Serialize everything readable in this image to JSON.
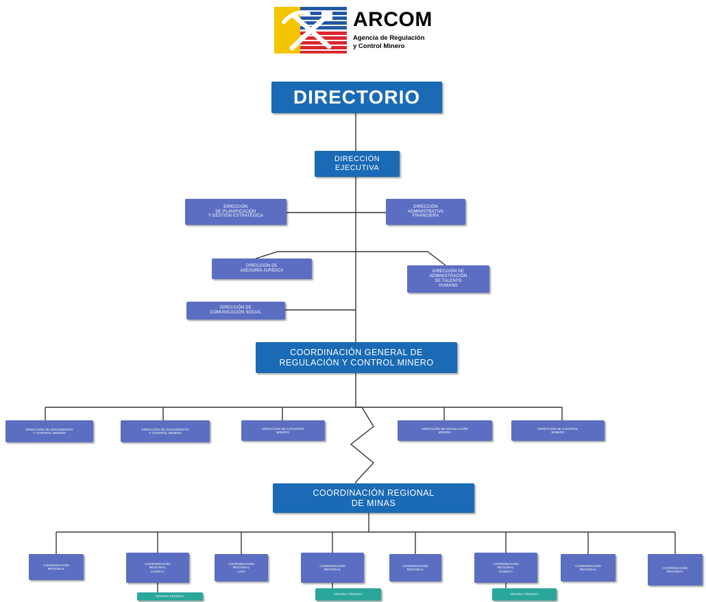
{
  "logo": {
    "name": "ARCOM",
    "subtitle_line1": "Agencia de Regulación",
    "subtitle_line2": "y Control Minero",
    "colors": {
      "yellow": "#f5c400",
      "blue": "#2456a6",
      "red": "#d9282f"
    }
  },
  "colors": {
    "primary": "#1a6ab5",
    "secondary": "#5b6ec2",
    "accent": "#2aa69a",
    "line": "#333333"
  },
  "org": {
    "directorio": "DIRECTORIO",
    "direccion_ejecutiva": "DIRECCIÓN\nEJECUTIVA",
    "staff": {
      "planificacion": "DIRECCIÓN\nDE PLANIFICACIÓN\nY GESTIÓN ESTRATÉGICA",
      "administrativa": "DIRECCIÓN\nADMINISTRATIVA\nFINANCIERA",
      "asesoria": "DIRECCIÓN DE\nASESORÍA JURÍDICA",
      "talento": "DIRECCIÓN DE\nADMINISTRACIÓN\nDE TALENTO\nHUMANO",
      "comunicacion": "DIRECCIÓN DE\nCOMUNICACIÓN SOCIAL"
    },
    "coordinacion_general": "COORDINACIÓN GENERAL DE\nREGULACIÓN Y CONTROL MINERO",
    "direcciones_nacionales": [
      "DIRECCIÓN DE SEGUIMIENTO\nY CONTROL MINERO",
      "DIRECCIÓN DE SEGUIMIENTO\nY CONTROL MINERO",
      "DIRECCIÓN DE CATASTRO\nMINERO",
      "DIRECCIÓN DE REGULACIÓN\nMINERA",
      "DIRECCIÓN DE CONTROL\nMINERO"
    ],
    "coordinacion_regional": "COORDINACIÓN REGIONAL\nDE MINAS",
    "regionales": [
      "COORDINACIÓN\nREGIONAL",
      "COORDINACIÓN\nREGIONAL\nCUENCA",
      "COORDINACIÓN\nREGIONAL\nLOJA",
      "COORDINACIÓN\nREGIONAL",
      "COORDINACIÓN\nREGIONAL",
      "COORDINACIÓN\nREGIONAL\nCUENCA",
      "COORDINACIÓN\nREGIONAL",
      "COORDINACIÓN\nREGIONAL"
    ],
    "oficinas_tecnicas": [
      "OFICINA TÉCNICA",
      "OFICINA TÉCNICA",
      "OFICINA TÉCNICA"
    ]
  }
}
